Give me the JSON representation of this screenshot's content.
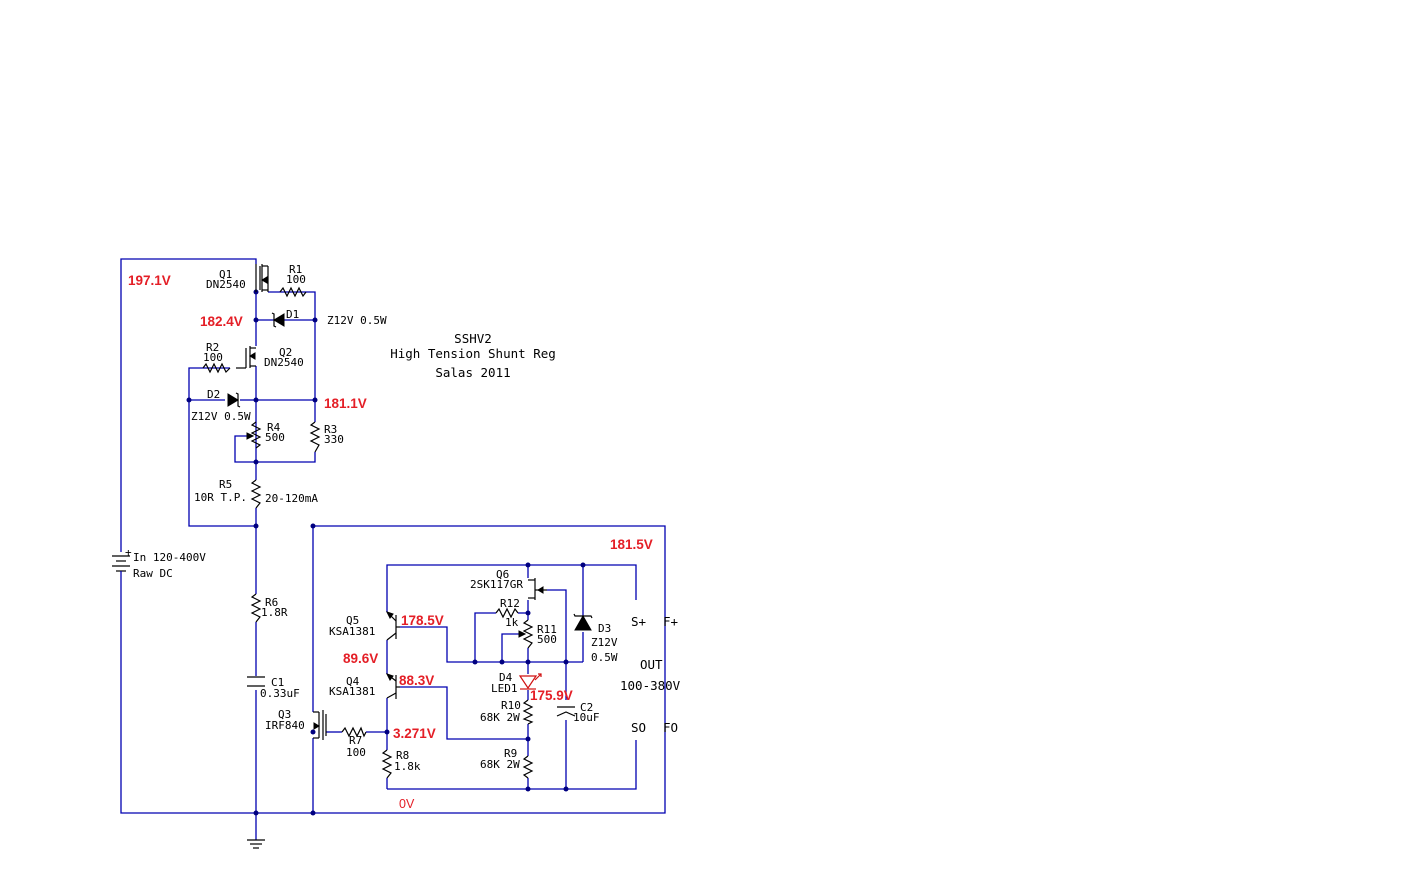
{
  "title": {
    "line1": "SSHV2",
    "line2": "High Tension Shunt Reg",
    "line3": "Salas 2011"
  },
  "voltages": {
    "v1": "197.1V",
    "v2": "182.4V",
    "v3": "181.1V",
    "v4": "181.5V",
    "v5": "178.5V",
    "v6": "89.6V",
    "v7": "88.3V",
    "v8": "175.9V",
    "v9": "3.271V",
    "v10": "0V"
  },
  "components": {
    "q1": {
      "ref": "Q1",
      "value": "DN2540"
    },
    "r1": {
      "ref": "R1",
      "value": "100"
    },
    "d1": {
      "ref": "D1",
      "value": "Z12V 0.5W"
    },
    "q2": {
      "ref": "Q2",
      "value": "DN2540"
    },
    "r2": {
      "ref": "R2",
      "value": "100"
    },
    "d2": {
      "ref": "D2",
      "value": "Z12V 0.5W"
    },
    "r4": {
      "ref": "R4",
      "value": "500"
    },
    "r3": {
      "ref": "R3",
      "value": "330"
    },
    "r5": {
      "ref": "R5",
      "value": "10R T.P.",
      "note": "20-120mA"
    },
    "source": {
      "line1": "In 120-400V",
      "line2": "Raw DC",
      "plus": "+"
    },
    "r6": {
      "ref": "R6",
      "value": "1.8R"
    },
    "c1": {
      "ref": "C1",
      "value": "0.33uF"
    },
    "q3": {
      "ref": "Q3",
      "value": "IRF840"
    },
    "r7": {
      "ref": "R7",
      "value": "100"
    },
    "q5": {
      "ref": "Q5",
      "value": "KSA1381"
    },
    "q4": {
      "ref": "Q4",
      "value": "KSA1381"
    },
    "r8": {
      "ref": "R8",
      "value": "1.8k"
    },
    "q6": {
      "ref": "Q6",
      "value": "2SK117GR"
    },
    "r12": {
      "ref": "R12",
      "value": "1k"
    },
    "r11": {
      "ref": "R11",
      "value": "500"
    },
    "d3": {
      "ref": "D3",
      "value1": "Z12V",
      "value2": "0.5W"
    },
    "d4": {
      "ref": "D4",
      "value": "LED1"
    },
    "r10": {
      "ref": "R10",
      "value": "68K 2W"
    },
    "r9": {
      "ref": "R9",
      "value": "68K 2W"
    },
    "c2": {
      "ref": "C2",
      "value": "10uF"
    }
  },
  "output": {
    "s_plus": "S+",
    "f_plus": "F+",
    "out": "OUT",
    "range": "100-380V",
    "s_zero": "SO",
    "f_zero": "FO"
  },
  "colors": {
    "wire": "#0000b0",
    "voltage_label": "#e41e26",
    "led": "#d01010"
  }
}
